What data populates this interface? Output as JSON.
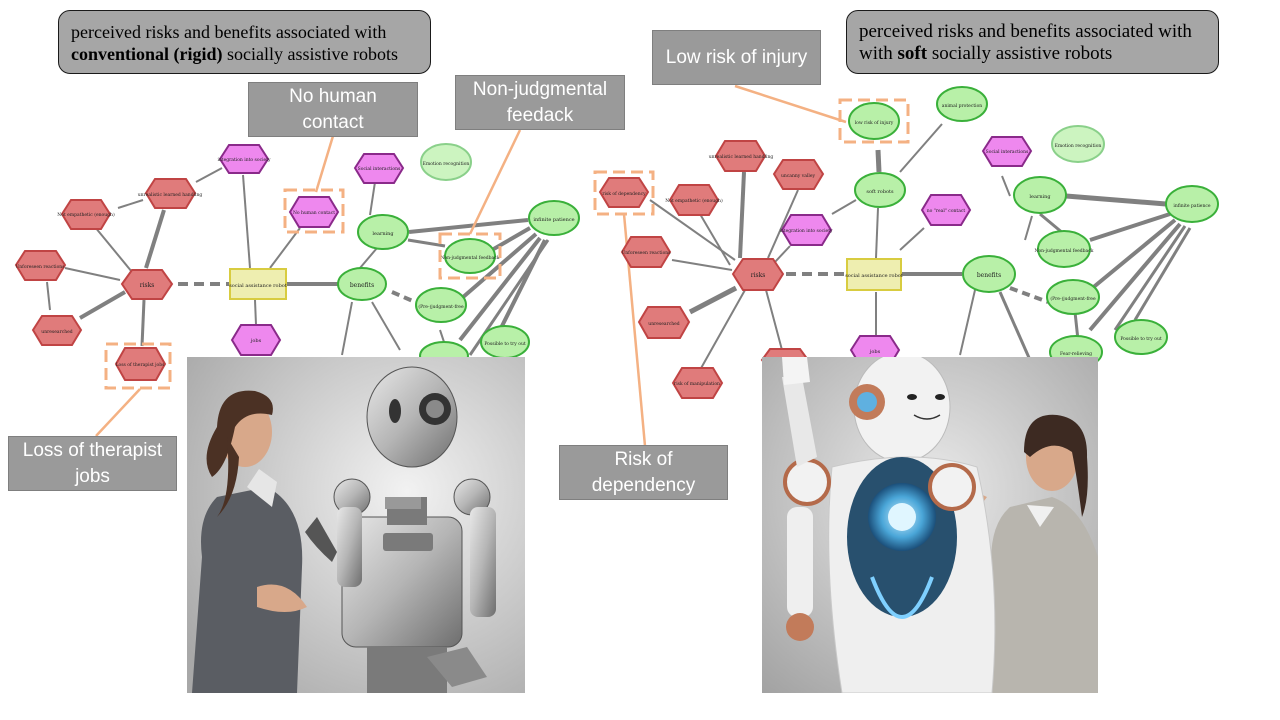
{
  "titles": {
    "left": {
      "pre": "perceived risks and benefits associated with",
      "bold": "conventional (rigid)",
      "post": "socially assistive robots"
    },
    "right": {
      "pre": "perceived risks and benefits associated with",
      "bold": "soft",
      "post": "socially assistive robots"
    }
  },
  "callouts": {
    "no_human_contact": "No human contact",
    "non_judgmental_feedback": "Non-judgmental feedack",
    "loss_of_therapist_jobs": "Loss of therapist jobs",
    "low_risk_of_injury": "Low risk of injury",
    "risk_of_dependency": "Risk of dependency"
  },
  "colors": {
    "risk": "#e07b7b",
    "benefit": "#b8f0a8",
    "neutral": "#e8e8b0",
    "societal": "#ee88ee",
    "callout": "#9a9a9a",
    "highlight": "#f4b183"
  },
  "left_graph": {
    "center": "social assistance robot",
    "risks": "risks",
    "benefits": "benefits",
    "nodes": {
      "integration": "integration into society",
      "unrealistic": "unrealistic learned handling",
      "not_empathetic": "Not empathetic (enough)",
      "unforeseen": "Unforeseen reactions",
      "unresearched": "unresearched",
      "loss_jobs": "Loss of therapist jobs",
      "no_contact": "No human contact",
      "social_interactions": "Social interactions",
      "emotion": "Emotion recognition",
      "learning": "learning",
      "infinite_patience": "infinite patience",
      "non_judgmental": "Non-judgmental feedback",
      "pre_judgment": "(Pre-)judgment-free",
      "try_out": "Possible to try out",
      "jobs": "jobs"
    }
  },
  "right_graph": {
    "center": "social assistance robot",
    "risks": "risks",
    "benefits": "benefits",
    "nodes": {
      "low_risk": "low risk of injury",
      "animal": "animal protection",
      "soft": "soft robots",
      "unrealistic": "unrealistic learned handling",
      "uncanny": "uncanny valley",
      "dependency": "risk of dependency",
      "not_empathetic": "Not empathetic (enough)",
      "integration": "integration into society",
      "no_real_contact": "no \"real\" contact",
      "social_interactions": "Social interactions",
      "emotion": "Emotion recognition",
      "learning": "learning",
      "infinite_patience": "infinite patience",
      "non_judgmental": "Non-judgmental feedback",
      "pre_judgment": "(Pre-)judgment-free",
      "try_out": "Possible to try out",
      "fear": "Fear-relieving",
      "unforeseen": "Unforeseen reactions",
      "unresearched": "unresearched",
      "manipulation": "risk of manipulation",
      "jobs": "jobs"
    }
  }
}
